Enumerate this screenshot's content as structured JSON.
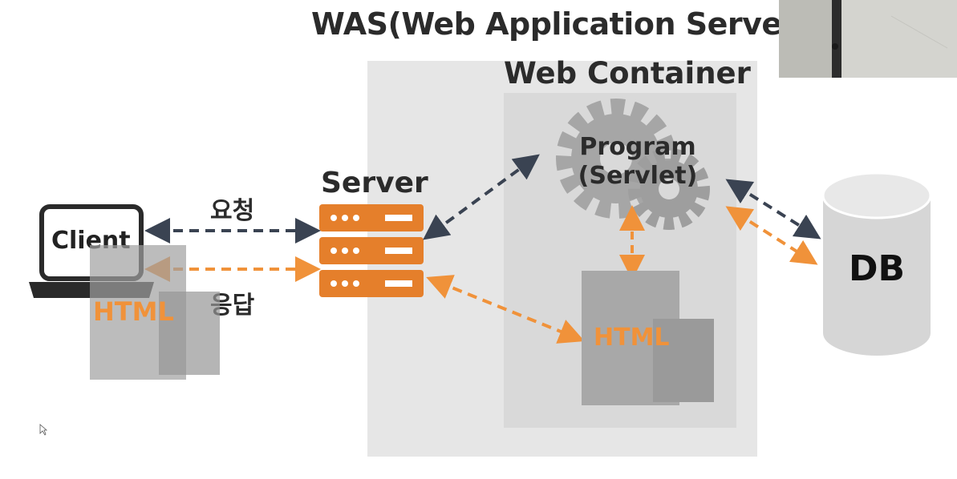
{
  "title": "WAS(Web Application Server",
  "web_container": {
    "label": "Web Container"
  },
  "server": {
    "label": "Server"
  },
  "program": {
    "line1": "Program",
    "line2": "(Servlet)"
  },
  "db": {
    "label": "DB"
  },
  "client": {
    "label": "Client",
    "html_label": "HTML"
  },
  "arrows": {
    "request_label": "요청",
    "response_label": "응답"
  },
  "container_html": {
    "label": "HTML"
  },
  "colors": {
    "dark_arrow": "#3a4352",
    "orange": "#f0923a",
    "server_orange": "#e57f2b",
    "gear": "#a6a6a6",
    "was_bg": "#e6e6e6",
    "container_bg": "#d9d9d9"
  }
}
